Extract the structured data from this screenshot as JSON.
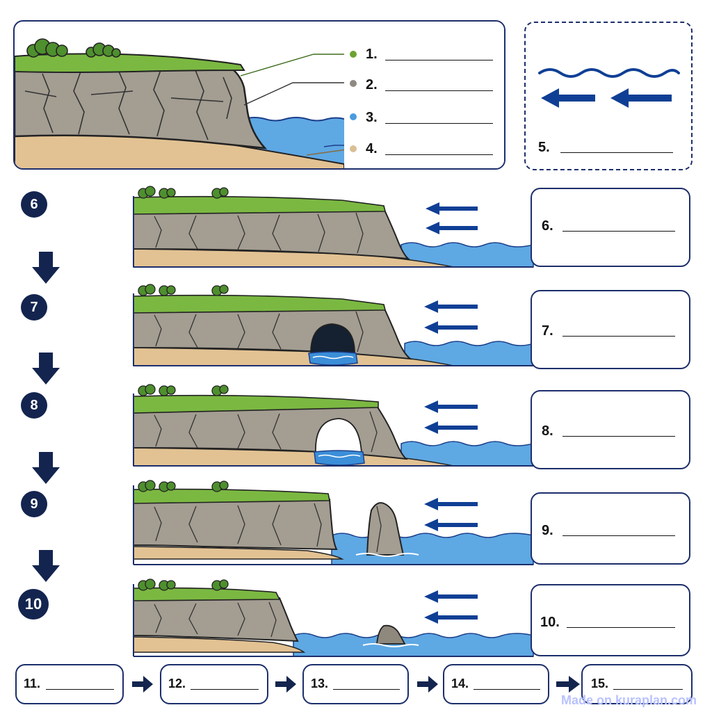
{
  "colors": {
    "navy": "#1c2e6b",
    "badge": "#13244f",
    "arrow": "#0f3f95",
    "grass": "#7bb842",
    "rock": "#a39d92",
    "sand": "#e2c293",
    "water": "#5ea8e4",
    "bush": "#4e8f2e"
  },
  "top": {
    "labels": [
      "1.",
      "2.",
      "3.",
      "4."
    ],
    "dot_colors": [
      "#6aa333",
      "#8e8a82",
      "#4a9be0",
      "#d9bf95"
    ]
  },
  "wave_box": {
    "label": "5."
  },
  "steps": [
    {
      "badge": "6",
      "label": "6."
    },
    {
      "badge": "7",
      "label": "7."
    },
    {
      "badge": "8",
      "label": "8."
    },
    {
      "badge": "9",
      "label": "9."
    },
    {
      "badge": "10",
      "label": "10."
    }
  ],
  "bottom_boxes": [
    "11.",
    "12.",
    "13.",
    "14.",
    "15."
  ],
  "watermark": "Made on kuraplan.com"
}
